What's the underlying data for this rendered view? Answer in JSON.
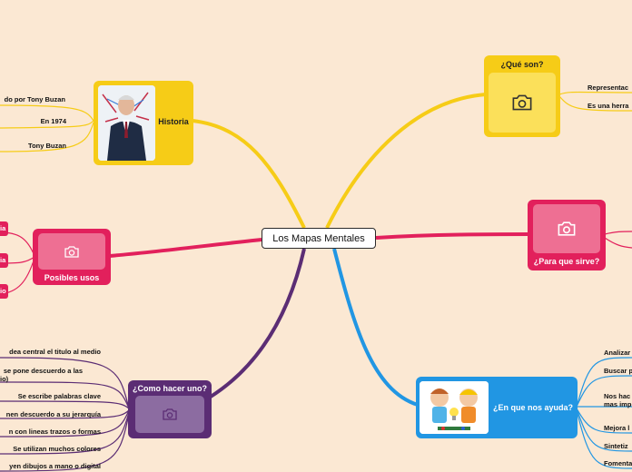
{
  "center": {
    "title": "Los Mapas Mentales"
  },
  "branches": {
    "historia": {
      "title": "Historia",
      "color": "#f6cc17",
      "leaves": [
        "do por Tony Buzan",
        "En 1974",
        "Tony Buzan"
      ]
    },
    "posibles_usos": {
      "title": "Posibles usos",
      "color": "#e2205c",
      "leaves": [
        "ia",
        "ia",
        "io"
      ]
    },
    "como_hacer": {
      "title": "¿Como hacer uno?",
      "color": "#5b2d74",
      "leaves": [
        "dea central el titulo al medio",
        "se pone descuerdo a las",
        "io)",
        "Se escribe palabras clave",
        "nen descuerdo a su jerarquía",
        "n con lineas trazos o formas",
        "Se utilizan muchos colores",
        "yen dibujos a mano o digital"
      ]
    },
    "que_son": {
      "title": "¿Qué son?",
      "color": "#f6cc17",
      "leaves": [
        "Representac",
        "Es una herra"
      ]
    },
    "para_que": {
      "title": "¿Para que sirve?",
      "color": "#e2205c",
      "leaves": []
    },
    "ayuda": {
      "title": "¿En que nos ayuda?",
      "color": "#2196e3",
      "leaves": [
        "Analizar",
        "Buscar p",
        "Nos hac",
        "mas imp",
        "Mejora l",
        "Sintetiz",
        "Fomenta"
      ]
    }
  },
  "icons": {
    "placeholder": "camera-icon"
  }
}
